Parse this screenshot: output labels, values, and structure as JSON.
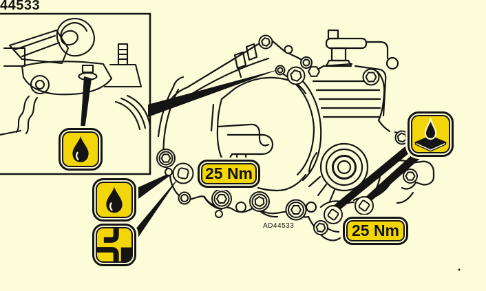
{
  "figure": {
    "corner_id": "44533",
    "drawing_id": "AD44533",
    "background_color": "#FCFCD9",
    "highlight_yellow": "#F2D60A",
    "line_color": "#141414"
  },
  "callouts": {
    "torque_label_left": "25 Nm",
    "torque_label_right": "25 Nm",
    "icons": {
      "inset_oil": "oil-drop",
      "left_oil": "oil-drop",
      "left_sealant": "sealant-groove",
      "right_oil_surface": "oil-on-contact-surface"
    }
  }
}
